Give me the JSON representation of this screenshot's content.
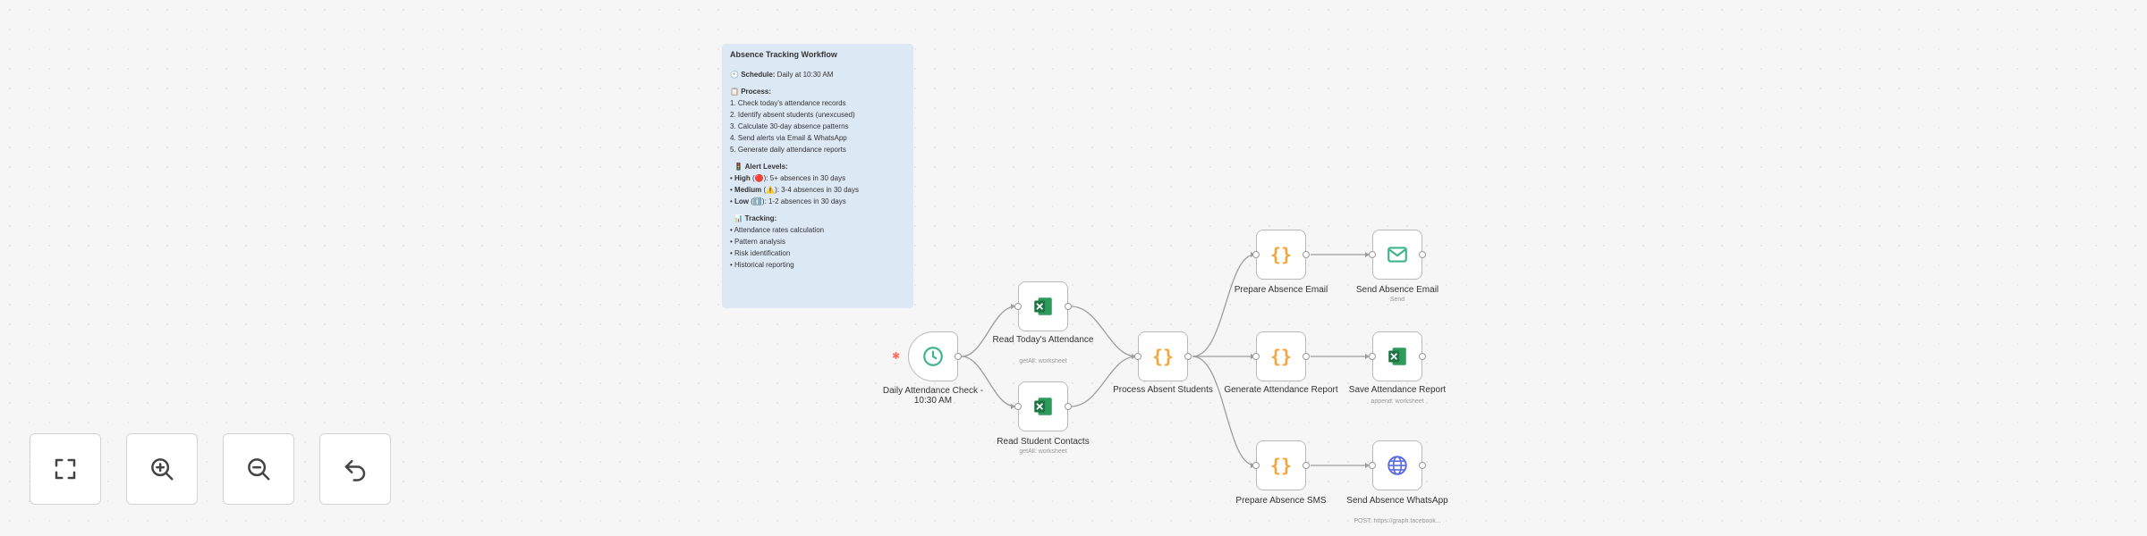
{
  "note": {
    "title": "Absence Tracking Workflow",
    "schedule_label": "Schedule:",
    "schedule_value": "Daily at 10:30 AM",
    "process_label": "Process:",
    "process_items": [
      "1. Check today's attendance records",
      "2. Identify absent students (unexcused)",
      "3. Calculate 30-day absence patterns",
      "4. Send alerts via Email & WhatsApp",
      "5. Generate daily attendance reports"
    ],
    "alert_label": "Alert Levels:",
    "alert_items": [
      {
        "level": "High",
        "text": ": 5+ absences in 30 days"
      },
      {
        "level": "Medium",
        "text": ": 3-4 absences in 30 days"
      },
      {
        "level": "Low",
        "text": ": 1-2 absences in 30 days"
      }
    ],
    "tracking_label": "Tracking:",
    "tracking_items": [
      "Attendance rates calculation",
      "Pattern analysis",
      "Risk identification",
      "Historical reporting"
    ]
  },
  "nodes": {
    "trigger": {
      "label": "Daily Attendance Check - 10:30 AM"
    },
    "read_attendance": {
      "label": "Read Today's Attendance",
      "sub": "getAll: worksheet"
    },
    "read_contacts": {
      "label": "Read Student Contacts",
      "sub": "getAll: worksheet"
    },
    "process": {
      "label": "Process Absent Students"
    },
    "prep_email": {
      "label": "Prepare Absence Email"
    },
    "gen_report": {
      "label": "Generate Attendance Report"
    },
    "prep_sms": {
      "label": "Prepare Absence SMS"
    },
    "send_email": {
      "label": "Send Absence Email",
      "sub": "Send"
    },
    "save_report": {
      "label": "Save Attendance Report",
      "sub": "append: worksheet"
    },
    "send_whatsapp": {
      "label": "Send Absence WhatsApp",
      "sub": "POST: https://graph.facebook..."
    }
  },
  "controls": {
    "fit": "fit-view",
    "zoom_in": "zoom-in",
    "zoom_out": "zoom-out",
    "undo": "undo"
  },
  "colors": {
    "excel": "#1f7244",
    "code": "#f2a63b",
    "email": "#3cb58a",
    "http": "#5b6ce0",
    "trigger": "#3cb58a",
    "note_bg": "#dde8f5"
  }
}
